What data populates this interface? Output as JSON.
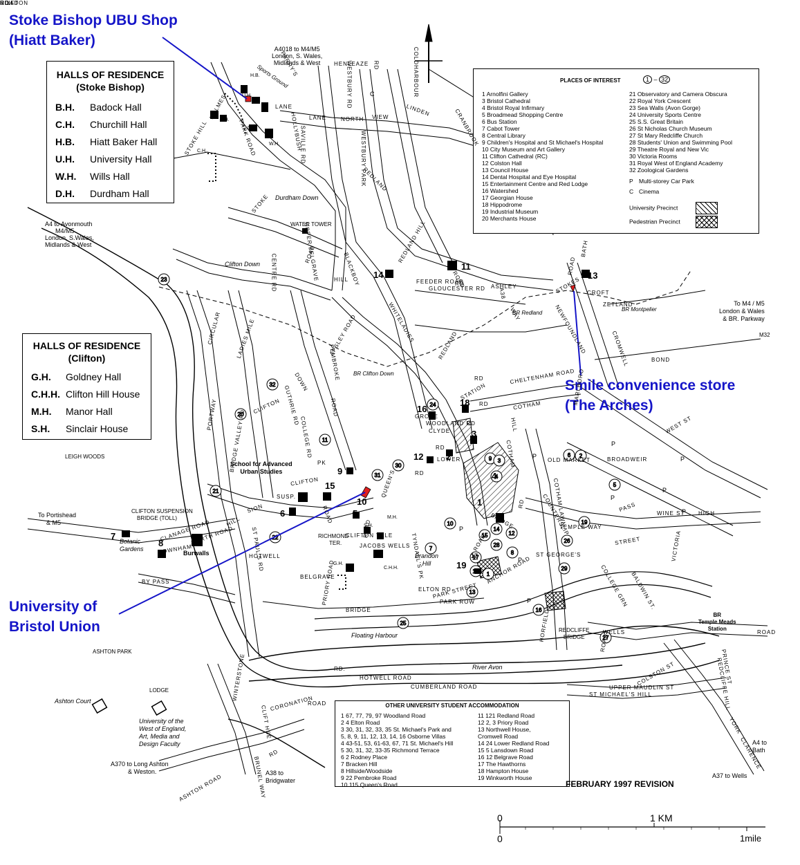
{
  "annotations": {
    "stoke_bishop_shop": [
      "Stoke Bishop UBU Shop",
      "(Hiatt Baker)"
    ],
    "smile_store": [
      "Smile convenience store",
      "(The Arches)"
    ],
    "union": [
      "University of",
      "Bristol Union"
    ]
  },
  "halls_stoke_bishop": {
    "title": [
      "HALLS OF RESIDENCE",
      "(Stoke Bishop)"
    ],
    "rows": [
      {
        "code": "B.H.",
        "name": "Badock Hall"
      },
      {
        "code": "C.H.",
        "name": "Churchill Hall"
      },
      {
        "code": "H.B.",
        "name": "Hiatt Baker Hall"
      },
      {
        "code": "U.H.",
        "name": "University Hall"
      },
      {
        "code": "W.H.",
        "name": "Wills Hall"
      },
      {
        "code": "D.H.",
        "name": "Durdham Hall"
      }
    ]
  },
  "halls_clifton": {
    "title": [
      "HALLS OF RESIDENCE",
      "(Clifton)"
    ],
    "rows": [
      {
        "code": "G.H.",
        "name": "Goldney Hall"
      },
      {
        "code": "C.H.H.",
        "name": "Clifton Hill House"
      },
      {
        "code": "M.H.",
        "name": "Manor Hall"
      },
      {
        "code": "S.H.",
        "name": "Sinclair House"
      }
    ]
  },
  "places_of_interest": {
    "title": "PLACES OF INTEREST",
    "range": [
      "1",
      "–",
      "32"
    ],
    "left": [
      "1   Arnolfini Gallery",
      "3   Bristol Cathedral",
      "4   Bristol Royal Infirmary",
      "5   Broadmead Shopping Centre",
      "6   Bus Station",
      "7   Cabot Tower",
      "8   Central Library",
      "9   Children's Hospital and St Michael's Hospital",
      "10 City Museum and Art Gallery",
      "11 Clifton Cathedral (RC)",
      "12 Colston Hall",
      "13 Council House",
      "14 Dental Hospital and Eye Hospital",
      "15 Entertainment Centre and Red Lodge",
      "16 Watershed",
      "17 Georgian House",
      "18 Hippodrome",
      "19 Industrial Museum",
      "20 Merchants House"
    ],
    "right": [
      "21 Observatory and Camera Obscura",
      "22 Royal York Crescent",
      "23 Sea Walls (Avon Gorge)",
      "24 University Sports Centre",
      "25 S.S. Great Britain",
      "26 St Nicholas Church Museum",
      "27 St Mary Redcliffe Church",
      "28 Students' Union and Swimming Pool",
      "29 Theatre Royal and New Vic",
      "30 Victoria Rooms",
      "31 Royal West of England Academy",
      "32 Zoological Gardens"
    ],
    "keys": [
      {
        "sym": "P",
        "text": "Multi-storey Car Park"
      },
      {
        "sym": "C",
        "text": "Cinema"
      },
      {
        "sym": "",
        "text": "University Precinct"
      },
      {
        "sym": "",
        "text": "Pedestrian Precinct"
      }
    ]
  },
  "other_accommodation": {
    "title": "OTHER UNIVERSITY STUDENT ACCOMMODATION",
    "left": [
      "1  67, 77, 79, 97 Woodland Road",
      "2  4 Elton Road",
      "3  30, 31, 32, 33, 35 St. Michael's Park and",
      "    5, 8, 9, 11, 12, 13, 14, 16 Osborne Villas",
      "4  43-51, 53, 61-63, 67, 71 St. Michael's Hill",
      "5  30, 31, 32, 33-35 Richmond Terrace",
      "6  2 Rodney Place",
      "7  Bracken Hill",
      "8  Hillside/Woodside",
      "9  22 Pembroke Road",
      "10 115 Queen's Road"
    ],
    "right": [
      "11 121 Redland Road",
      "12 2, 3 Priory Road",
      "13 Northwell House,",
      "    Cromwell Road",
      "14 24 Lower Redland Road",
      "15 5 Lansdown Road",
      "16 12 Belgrave Road",
      "17 The Hawthorns",
      "18 Hampton House",
      "19 Winkworth House"
    ]
  },
  "revision": "FEBRUARY 1997 REVISION",
  "scale": {
    "km0": "0",
    "km1": "1 KM",
    "mi0": "0",
    "mi1": "1mile"
  },
  "place_labels": {
    "a4018": [
      "A4018 to M4/M5",
      "London, S. Wales,",
      "Midlands & West"
    ],
    "a4": [
      "A4 to Avonmouth",
      "M4/M5",
      "London, S.Wales,",
      "Midlands & West"
    ],
    "m4m5": [
      "To M4 / M5",
      "London & Wales",
      "& BR. Parkway"
    ],
    "portishead": [
      "To Portishead",
      "& M5"
    ],
    "bridge": [
      "CLIFTON SUSPENSION",
      "BRIDGE (TOLL)"
    ],
    "a370": [
      "A370 to Long Ashton",
      "& Weston."
    ],
    "a38": [
      "A38 to",
      "Bridgwater"
    ],
    "a4bath": [
      "A4 to",
      "Bath"
    ],
    "a37": "A37 to Wells",
    "uwe": [
      "University of the",
      "West of England,",
      "Art, Media and",
      "Design Faculty"
    ],
    "durdham_down": "Durdham Down",
    "clifton_down": "Clifton Down",
    "water_tower": "WATER TOWER",
    "leigh_woods": "LEIGH WOODS",
    "ashton_park": "ASHTON PARK",
    "ashton_court": "Ashton Court",
    "lodge": "LODGE",
    "botanic": [
      "Botanic",
      "Gardens"
    ],
    "burwalls": "Burwalls",
    "school": [
      "School for Advanced",
      "Urban Studies"
    ],
    "br_clifton": "BR Clifton Down",
    "br_redland": "BR Redland",
    "br_montpelier": "BR Montpelier",
    "br_temple": [
      "BR",
      "Temple Meads",
      "Station"
    ],
    "brandon": [
      "Brandon",
      "Hill"
    ],
    "richmond": [
      "RICHMOND",
      "TER."
    ],
    "floating": "Floating Harbour",
    "river_avon": "River Avon",
    "redcliffe_bridge": [
      "REDCLIFFE",
      "BRIDGE"
    ],
    "sports_ground": "Sports Ground",
    "hb": "H.B.",
    "uh": "U.H.",
    "bh": "B.H.",
    "dh": "D.H.",
    "wh": "W.H.",
    "ch": "C.H.",
    "gh": "G.H.",
    "chh": "C.H.H.",
    "sh": "S.H.",
    "mh": "M.H.",
    "m32": "M32"
  },
  "roads": [
    "STOKE HILL",
    "PARK ROAD",
    "HOLMES",
    "SAVILLE RD",
    "LANE",
    "NORTH",
    "VIEW",
    "HENLEAZE",
    "WESTBURY RD",
    "WESTBURY PARK",
    "REDLAND",
    "COLDHARBOUR",
    "LINDEN",
    "CRANBROOK",
    "RD",
    "PARRY'S",
    "LANE",
    "HOLLYBUSH",
    "STOKE",
    "ROAD",
    "REDLAND HILL",
    "WHITELADIES",
    "ROAD",
    "BLACKBOY",
    "HILL",
    "UPPER BELGRAVE",
    "APSLEY ROAD",
    "PEMBROKE",
    "ROAD",
    "CIRCULAR",
    "LADIES MILE",
    "CENTRE RD",
    "PORTWAY",
    "BRIDGE VALLEY RD",
    "COLLEGE RD",
    "GUTHRIE RD",
    "CLIFTON",
    "DOWN",
    "CLIFTON",
    "PK",
    "QUEEN'S",
    "ROAD",
    "ST PAUL'S RD",
    "HOTWELL",
    "HILL",
    "SION",
    "SUSP.",
    "BRIDGE",
    "RD.",
    "HOTWELL ROAD",
    "CUMBERLAND ROAD",
    "CORONATION",
    "ROAD",
    "CLIFT HSE",
    "RD",
    "BRUNEL WAY",
    "ASHTON ROAD",
    "WINTERSTONE",
    "BY PASS",
    "CLANAGE ROAD",
    "ROWNHAM",
    "NORTH ROAD",
    "BRIDGE",
    "ROAD",
    "PARK ROW",
    "PARK STREET",
    "ANCHOR ROAD",
    "ST GEORGE'S",
    "COLLEGE GRN",
    "BALDWIN ST.",
    "VICTORIA",
    "STREET",
    "TEMPLE WAY",
    "COUNTERSLIP",
    "PASS",
    "WINE ST",
    "HIGH",
    "BROADWEIR",
    "OLD MARKET",
    "WEST ST",
    "BOND",
    "MARLBORO",
    "NEWFOUNDLAND",
    "ASHLEY",
    "STOKES",
    "CROFT",
    "ZETLAND",
    "CROMWELL",
    "RD",
    "STATION",
    "RD",
    "CHELTENHAM ROAD",
    "COTHAM",
    "HILL",
    "COTHAM",
    "COTHAM LAWN",
    "RD",
    "HORFIELD",
    "ROAD",
    "ST MICHAEL'S HILL",
    "UPPER MAUDLIN ST",
    "COLSTON ST",
    "PRINCE ST",
    "REDCLIFFE HILL",
    "YORK",
    "CLARENCE",
    "ROAD",
    "BATH",
    "ROAD",
    "WELLS",
    "RD",
    "FEEDER ROAD",
    "GLOUCESTER RD",
    "A38",
    "WAY",
    "REDLAND",
    "CLYDE",
    "RD",
    "LOWER",
    "GROVE",
    "WOODLAND RD",
    "TYNDALL'S PK",
    "ELTON RD",
    "PRIORY ROAD",
    "BELGRAVE",
    "RD",
    "JACOBS WELLS",
    "ROAD",
    "CLIFTON VALE",
    "RD",
    "RD",
    "CLIFTON",
    "HILL",
    "ROAD"
  ],
  "markers": {
    "poi_circles": [
      "23",
      "32",
      "20",
      "11",
      "21",
      "22",
      "24",
      "30",
      "31",
      "7",
      "17",
      "18",
      "15",
      "14",
      "12",
      "13",
      "25",
      "26",
      "27",
      "28",
      "29",
      "16",
      "6",
      "5",
      "4",
      "8",
      "9",
      "10",
      "2",
      "1",
      "3",
      "19"
    ],
    "acc_numbers": [
      "14",
      "11",
      "13",
      "16",
      "18",
      "3",
      "9",
      "12",
      "2",
      "4",
      "1",
      "15",
      "10",
      "5",
      "6",
      "7",
      "8",
      "17",
      "19"
    ],
    "letters": [
      "C",
      "C",
      "P",
      "P",
      "P",
      "P",
      "P",
      "P",
      "P",
      "P",
      "P"
    ]
  }
}
